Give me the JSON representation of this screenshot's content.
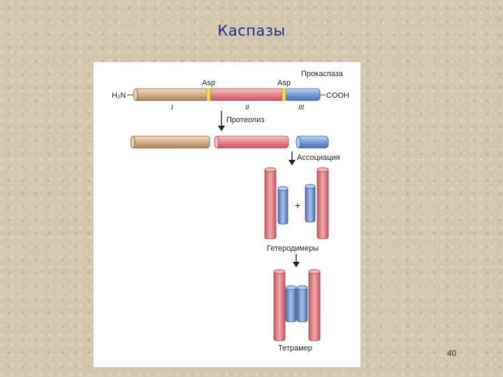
{
  "slide": {
    "title": "Каспазы",
    "page_number": "40"
  },
  "diagram": {
    "labels": {
      "procaspase": "Прокаспаза",
      "asp1": "Asp",
      "asp2": "Asp",
      "n_terminus": "H₂N",
      "c_terminus": "COOH",
      "domain_1": "I",
      "domain_2": "II",
      "domain_3": "III",
      "proteolysis": "Протеолиз",
      "association": "Ассоциация",
      "plus": "+",
      "heterodimers": "Гетеродимеры",
      "tetramer": "Тетрамер"
    },
    "colors": {
      "prodomain": "#d9b48f",
      "large_subunit": "#ec8a92",
      "small_subunit": "#7fa2dc",
      "cleavage_site": "#f4e14a",
      "arrow": "#222222"
    }
  }
}
